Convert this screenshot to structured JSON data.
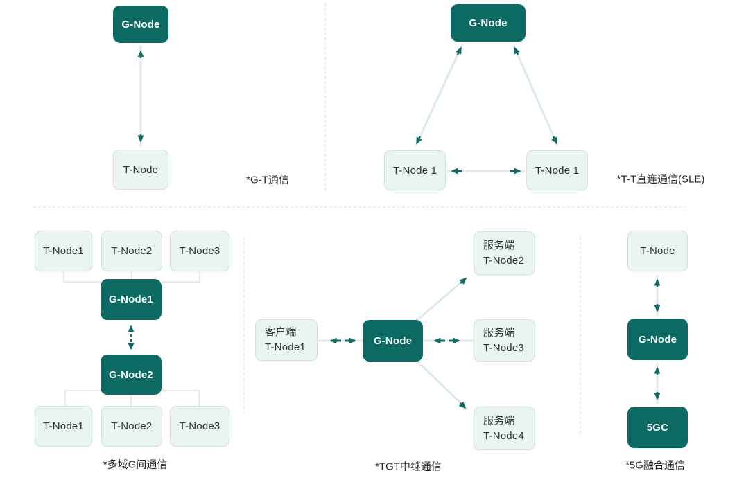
{
  "colors": {
    "dark_node": "#0d6a62",
    "light_node_bg": "#eaf4f1",
    "light_node_border": "#cee3e0",
    "connector_light": "#dbeae7",
    "connector_dark": "#116b63",
    "divider": "#d9e5e2",
    "text_dark": "#2e3334",
    "text_on_dark": "#f7fbfa"
  },
  "sections": {
    "gt": {
      "label": "*G-T通信",
      "g_node": "G-Node",
      "t_node": "T-Node"
    },
    "tt": {
      "label": "*T-T直连通信(SLE)",
      "g_node": "G-Node",
      "t_node_left": "T-Node 1",
      "t_node_right": "T-Node 1"
    },
    "multi": {
      "label": "*多域G间通信",
      "g_node1": "G-Node1",
      "g_node2": "G-Node2",
      "top_row": [
        "T-Node1",
        "T-Node2",
        "T-Node3"
      ],
      "bottom_row": [
        "T-Node1",
        "T-Node2",
        "T-Node3"
      ]
    },
    "tgt": {
      "label": "*TGT中继通信",
      "client": {
        "role": "客户端",
        "name": "T-Node1"
      },
      "g_node": "G-Node",
      "servers": [
        {
          "role": "服务端",
          "name": "T-Node2"
        },
        {
          "role": "服务端",
          "name": "T-Node3"
        },
        {
          "role": "服务端",
          "name": "T-Node4"
        }
      ]
    },
    "five_g": {
      "label": "*5G融合通信",
      "t_node": "T-Node",
      "g_node": "G-Node",
      "core": "5GC"
    }
  }
}
